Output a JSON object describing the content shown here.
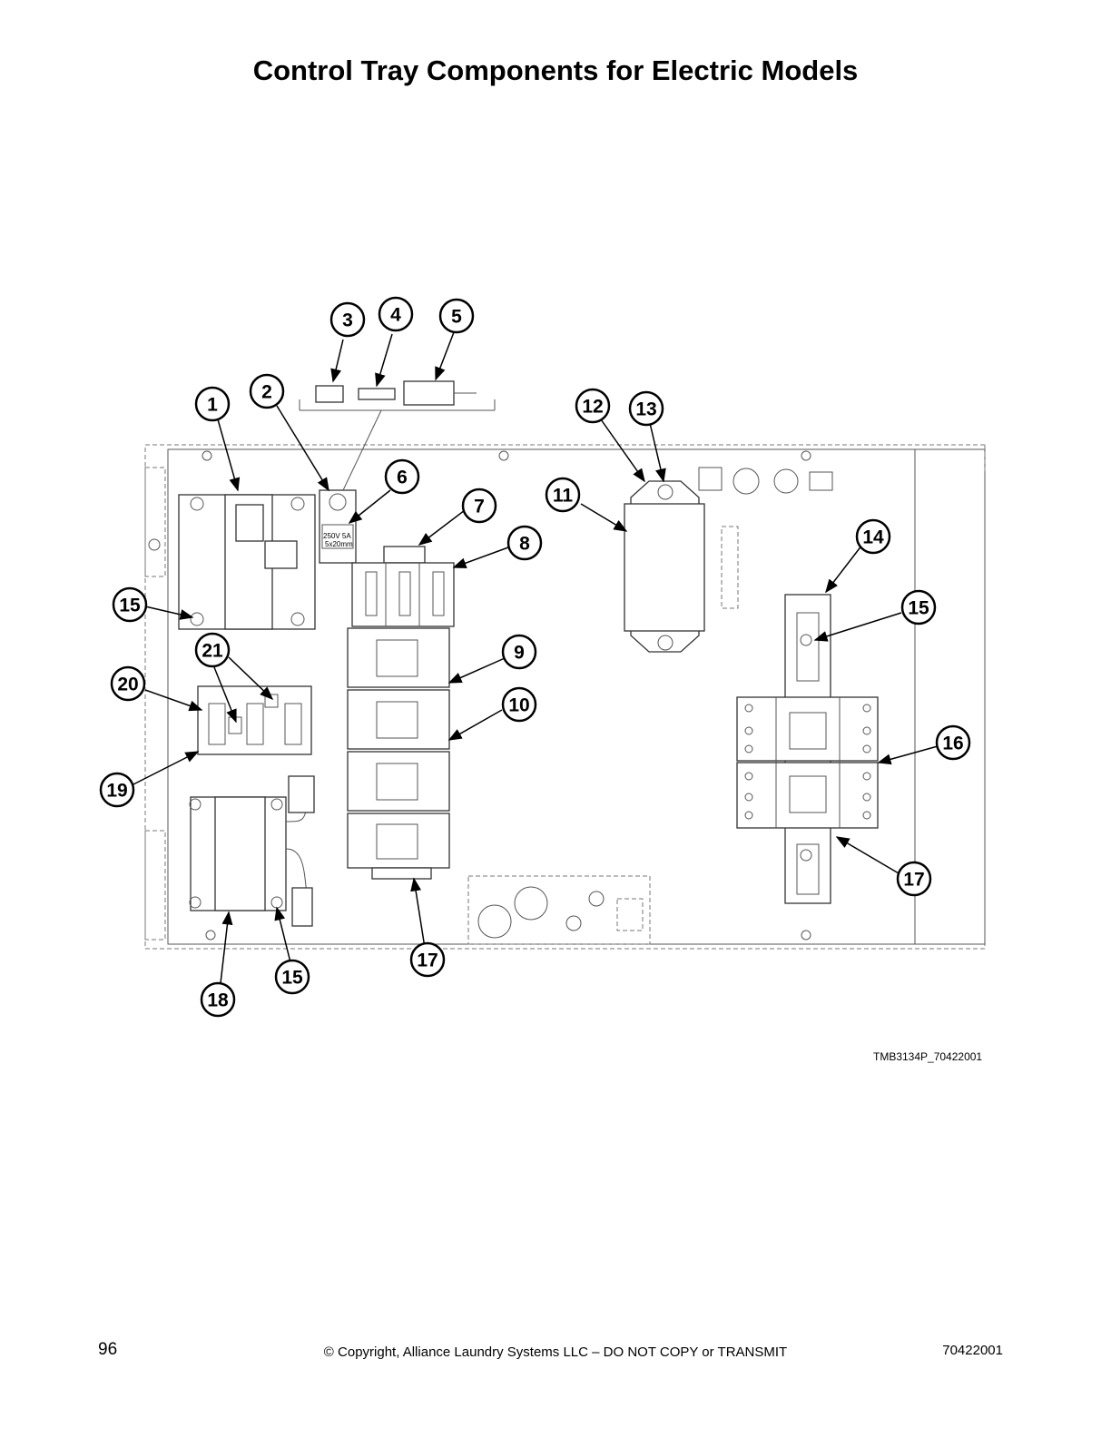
{
  "title": "Control Tray Components for Electric Models",
  "figure_id": "TMB3134P_70422001",
  "footer": {
    "page_number": "96",
    "copyright": "© Copyright, Alliance Laundry Systems LLC – DO NOT COPY or TRANSMIT",
    "document_number": "70422001"
  },
  "fuse_label": {
    "line1": "250V  5A",
    "line2": "5x20mm"
  },
  "callouts": [
    {
      "id": "c1",
      "label": "1"
    },
    {
      "id": "c2",
      "label": "2"
    },
    {
      "id": "c3",
      "label": "3"
    },
    {
      "id": "c4",
      "label": "4"
    },
    {
      "id": "c5",
      "label": "5"
    },
    {
      "id": "c6",
      "label": "6"
    },
    {
      "id": "c7",
      "label": "7"
    },
    {
      "id": "c8",
      "label": "8"
    },
    {
      "id": "c9",
      "label": "9"
    },
    {
      "id": "c10",
      "label": "10"
    },
    {
      "id": "c11",
      "label": "11"
    },
    {
      "id": "c12",
      "label": "12"
    },
    {
      "id": "c13",
      "label": "13"
    },
    {
      "id": "c14",
      "label": "14"
    },
    {
      "id": "c15a",
      "label": "15"
    },
    {
      "id": "c15b",
      "label": "15"
    },
    {
      "id": "c15c",
      "label": "15"
    },
    {
      "id": "c16",
      "label": "16"
    },
    {
      "id": "c17a",
      "label": "17"
    },
    {
      "id": "c17b",
      "label": "17"
    },
    {
      "id": "c18",
      "label": "18"
    },
    {
      "id": "c19",
      "label": "19"
    },
    {
      "id": "c20",
      "label": "20"
    },
    {
      "id": "c21",
      "label": "21"
    }
  ]
}
